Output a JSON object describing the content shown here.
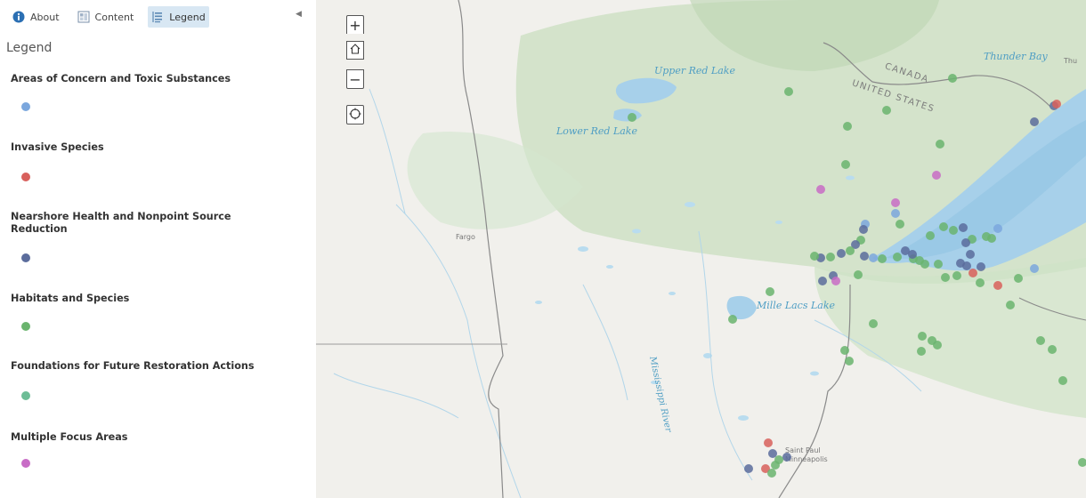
{
  "tabs": [
    {
      "label": "About",
      "icon": "info-icon"
    },
    {
      "label": "Content",
      "icon": "content-icon"
    },
    {
      "label": "Legend",
      "icon": "legend-icon"
    }
  ],
  "legend": {
    "heading": "Legend",
    "categories": [
      {
        "label": "Areas of Concern and Toxic Substances",
        "color": "#7ba7dd"
      },
      {
        "label": "Invasive Species",
        "color": "#d8605c"
      },
      {
        "label": "Nearshore Health and Nonpoint Source Reduction",
        "color": "#5b6c9c"
      },
      {
        "label": "Habitats and Species",
        "color": "#6ab46e"
      },
      {
        "label": "Foundations for Future Restoration Actions",
        "color": "#6dbd96"
      },
      {
        "label": "Multiple Focus Areas",
        "color": "#c86cc6"
      }
    ]
  },
  "map": {
    "controls": {
      "zoom_in": "+",
      "zoom_out": "−"
    },
    "labels": {
      "upper_red_lake": "Upper Red Lake",
      "lower_red_lake": "Lower Red Lake",
      "thunder_bay": "Thunder Bay",
      "thunder_bay_cut": "Thu",
      "canada": "CANADA",
      "united_states": "UNITED STATES",
      "fargo": "Fargo",
      "mille_lacs": "Mille Lacs Lake",
      "mississippi": "Mississippi River",
      "saint_paul": "Saint Paul",
      "minneapolis": "Minneapolis"
    }
  }
}
